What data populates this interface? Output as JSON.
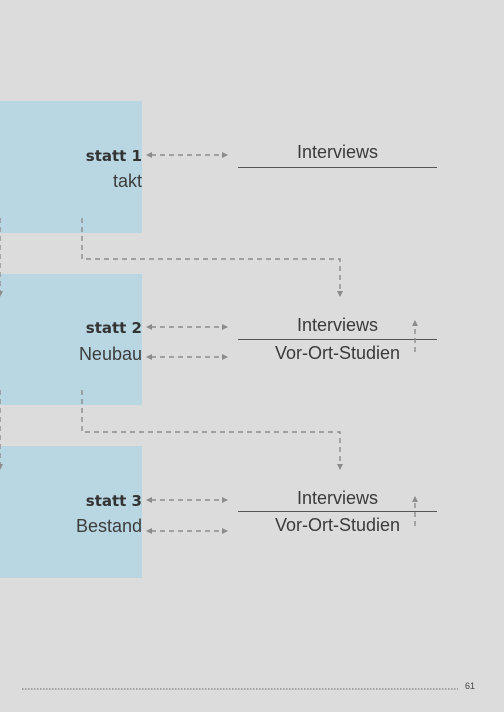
{
  "stages": [
    {
      "title": "statt 1",
      "subtitle": "takt"
    },
    {
      "title": "statt 2",
      "subtitle": "Neubau"
    },
    {
      "title": "statt 3",
      "subtitle": "Bestand"
    }
  ],
  "methods": {
    "stage1": [
      "Interviews"
    ],
    "stage2": [
      "Interviews",
      "Vor-Ort-Studien"
    ],
    "stage3": [
      "Interviews",
      "Vor-Ort-Studien"
    ]
  },
  "footer": {
    "page_number": "61"
  },
  "colors": {
    "background": "#dcdcdc",
    "box": "#b8d7e2",
    "arrow": "#8c8c8c"
  }
}
